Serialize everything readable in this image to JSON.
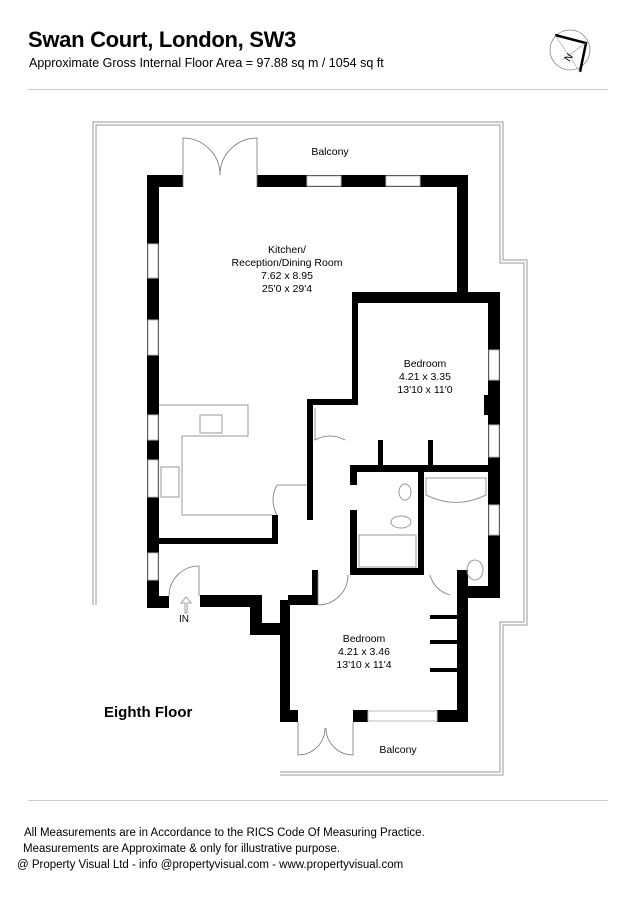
{
  "header": {
    "title": "Swan Court, London, SW3",
    "area_text": "Approximate Gross Internal Floor Area =  97.88 sq m / 1054 sq ft",
    "compass_label": "N"
  },
  "plan": {
    "floor_label": "Eighth Floor",
    "entrance_label": "IN",
    "balcony_top": "Balcony",
    "balcony_bottom": "Balcony",
    "rooms": [
      {
        "name_line1": "Kitchen/",
        "name_line2": "Reception/Dining  Room",
        "metric": "7.62 x 8.95",
        "imperial": "25'0 x 29'4"
      },
      {
        "name_line1": "Bedroom",
        "metric": "4.21 x 3.35",
        "imperial": "13'10 x 11'0"
      },
      {
        "name_line1": "Bedroom",
        "metric": "4.21 x 3.46",
        "imperial": "13'10 x 11'4"
      }
    ]
  },
  "footer": {
    "line1": "All Measurements are in Accordance to the RICS Code Of Measuring Practice.",
    "line2": "Measurements are Approximate & only for illustrative purpose.",
    "line3": "@ Property Visual Ltd - info @propertyvisual.com - www.propertyvisual.com"
  }
}
